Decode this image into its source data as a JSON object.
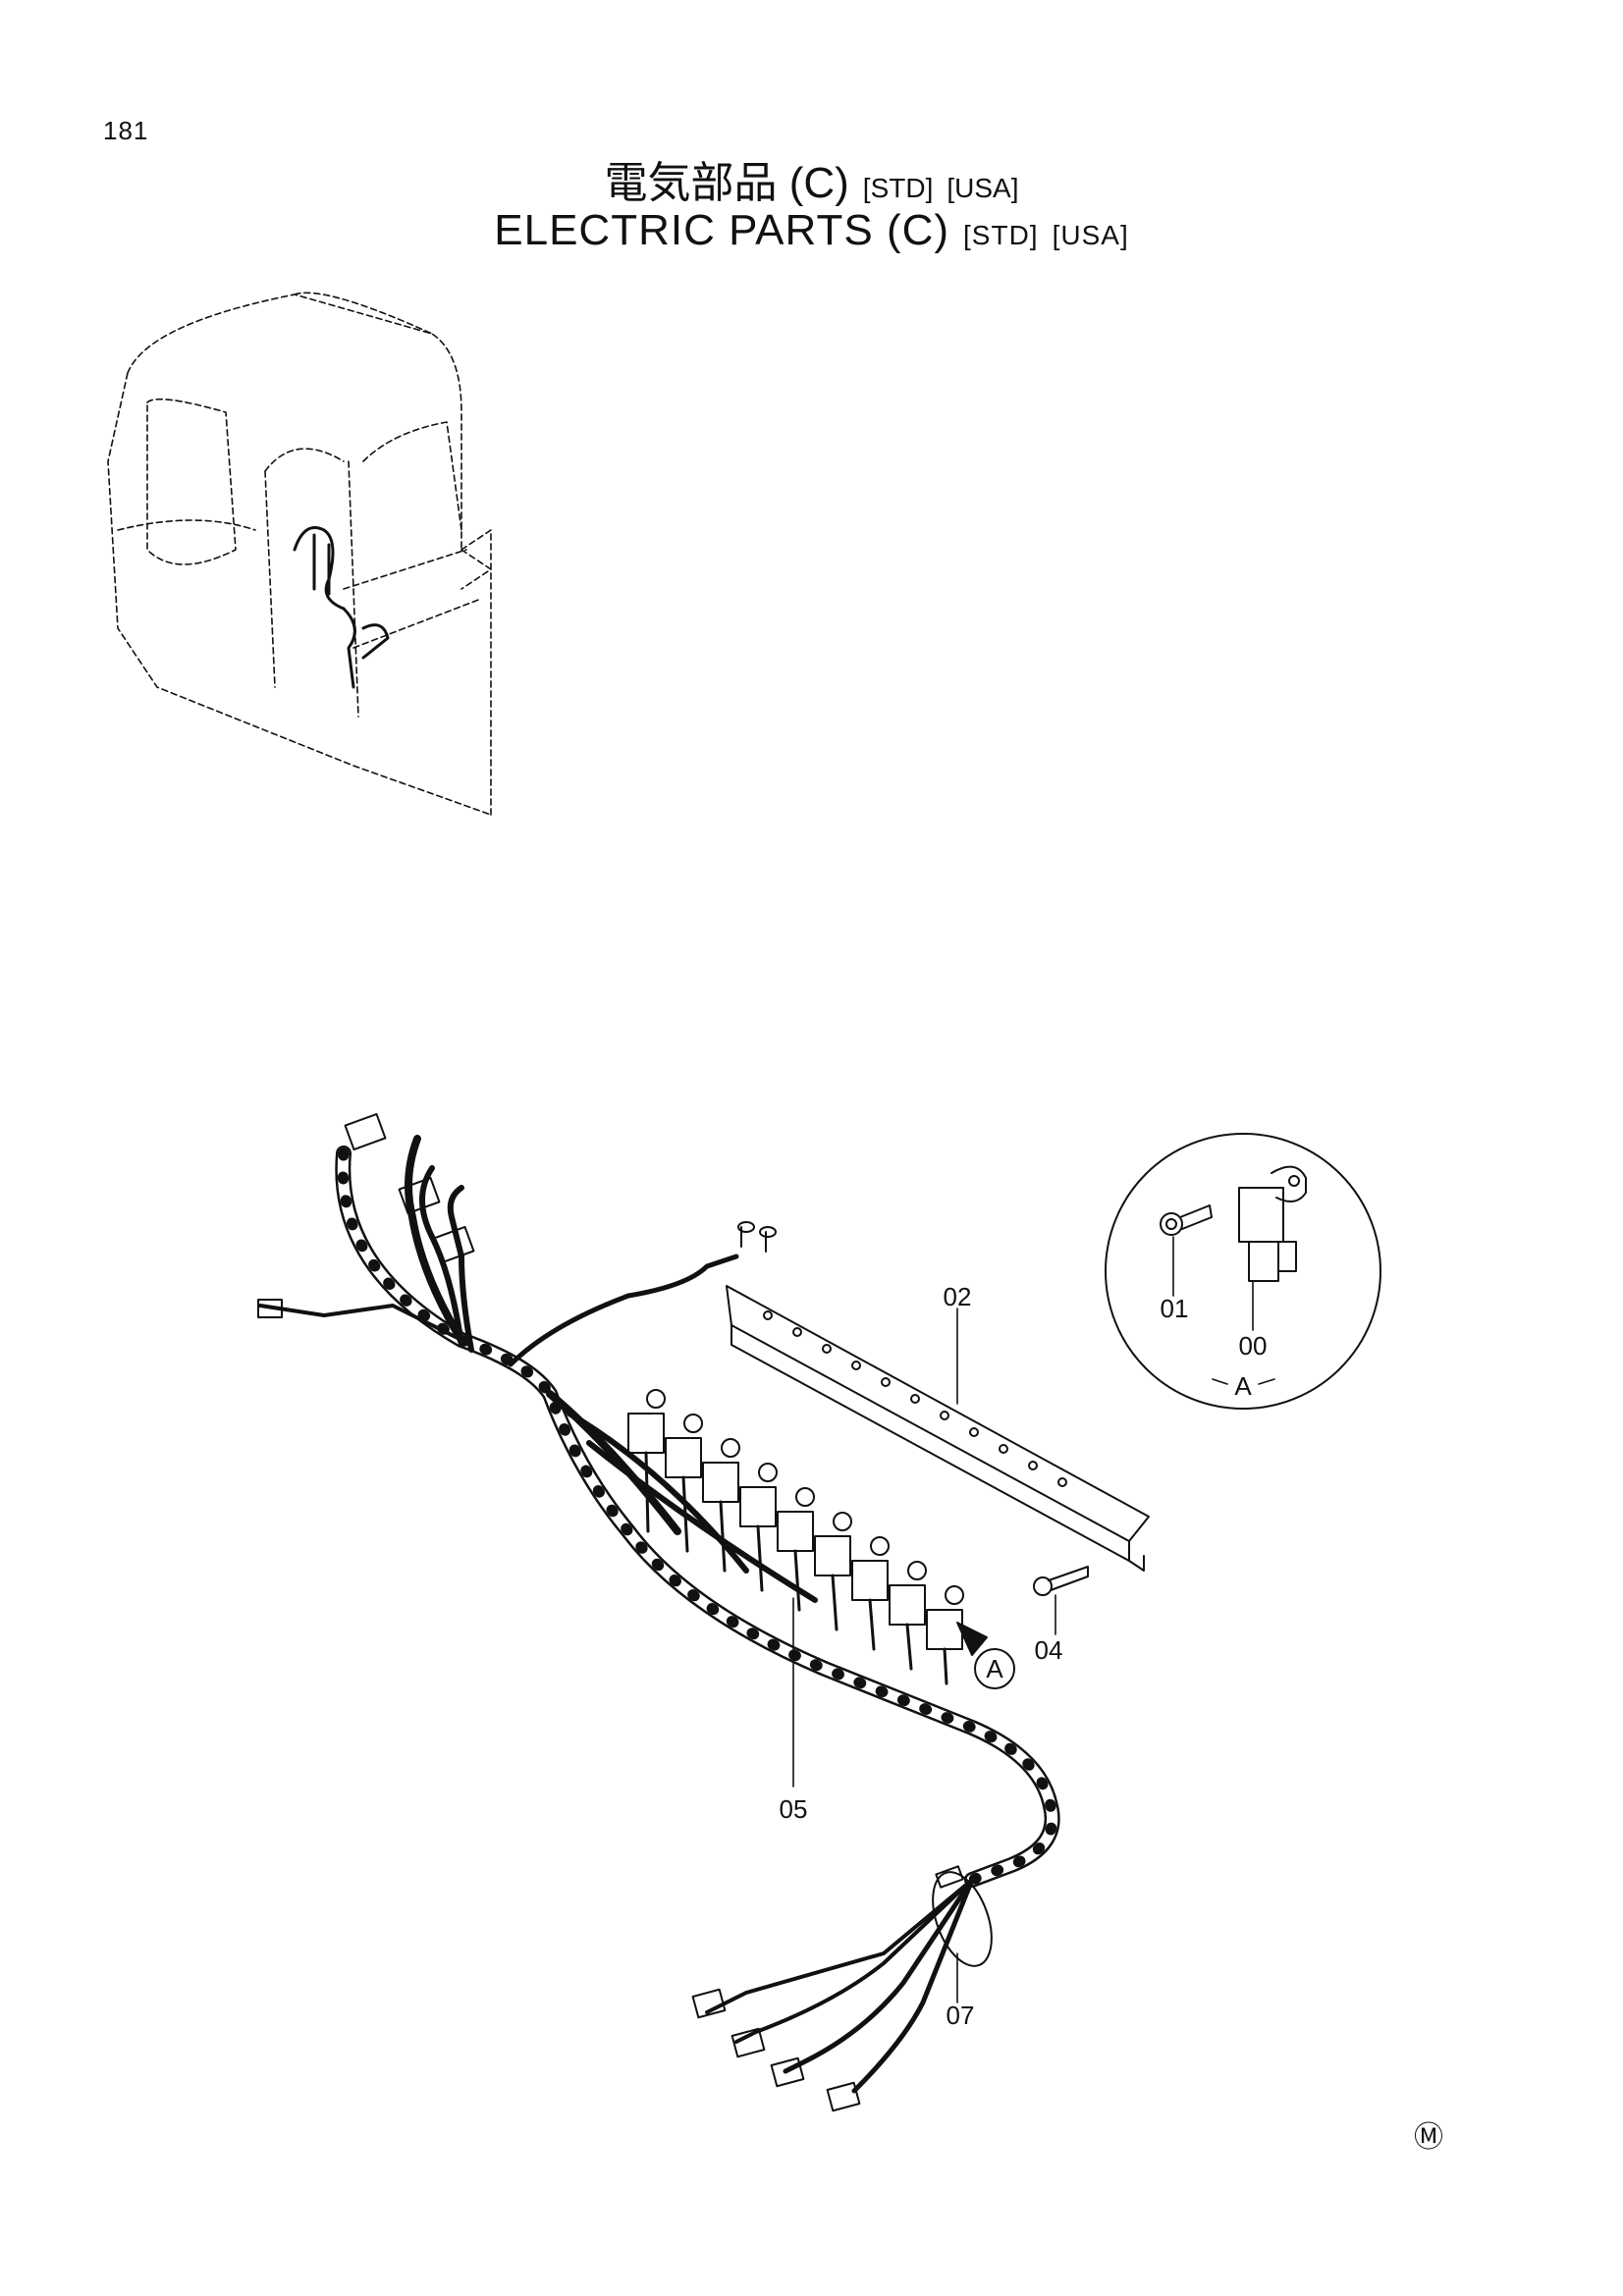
{
  "page_number": "181",
  "title": {
    "jp_text": "電気部品 (C)",
    "en_text": "ELECTRIC PARTS (C)",
    "tag_std": "[STD]",
    "tag_usa": "[USA]"
  },
  "callouts": {
    "p00": "00",
    "p01": "01",
    "p02": "02",
    "p04": "04",
    "p05": "05",
    "p07": "07",
    "detail_label": "A",
    "view_marker": "A"
  },
  "mark": "Ⓜ"
}
